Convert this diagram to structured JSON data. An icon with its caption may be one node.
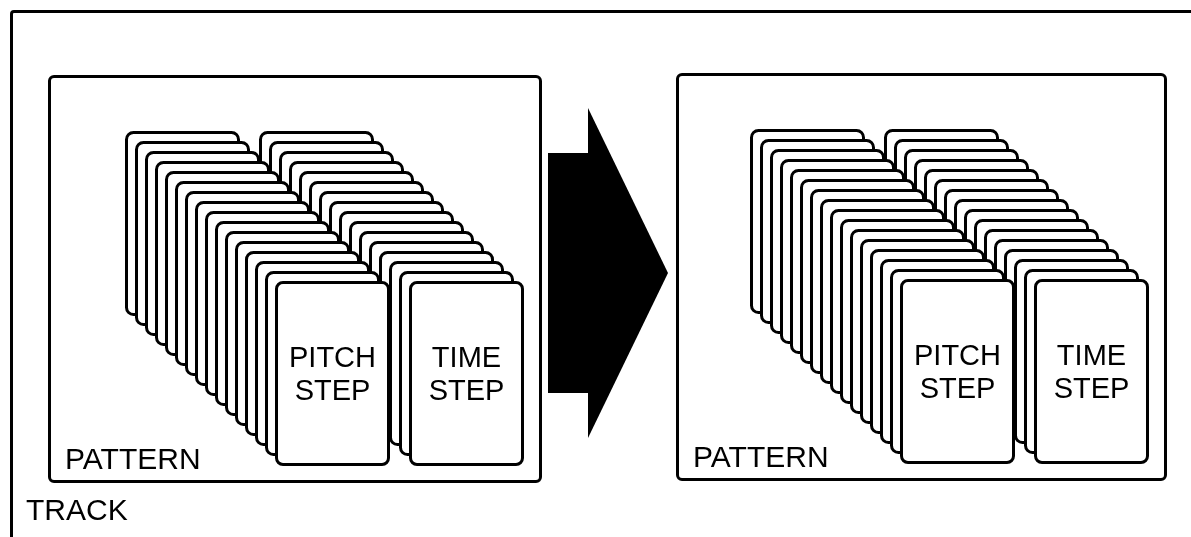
{
  "diagram": {
    "nodes": [
      {
        "text": [
          "TRACK"
        ]
      },
      {
        "text": [
          "PATTERN"
        ],
        "in": 0
      },
      {
        "text": [
          "PITCH STEP"
        ],
        "in": 1
      },
      {
        "text": [
          "TIME STEP"
        ],
        "in": 1
      },
      {
        "text": [
          "PATTERN"
        ],
        "in": 0
      },
      {
        "text": [
          "PITCH STEP"
        ],
        "in": 4
      },
      {
        "text": [
          "TIME STEP"
        ],
        "in": 4
      }
    ],
    "edges": [
      {
        "from": 1,
        "to": 4,
        "arrow": "to"
      }
    ]
  }
}
